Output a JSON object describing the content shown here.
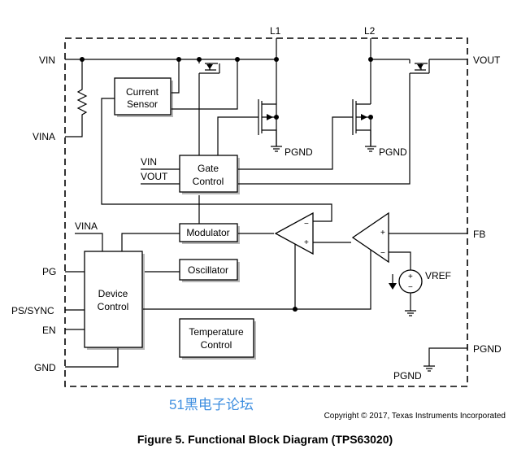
{
  "pins_left": {
    "vin": "VIN",
    "vina": "VINA",
    "pg": "PG",
    "ps_sync": "PS/SYNC",
    "en": "EN",
    "gnd": "GND"
  },
  "pins_right": {
    "vout": "VOUT",
    "fb": "FB",
    "pgnd": "PGND"
  },
  "pins_top": {
    "l1": "L1",
    "l2": "L2"
  },
  "blocks": {
    "current_sensor_line1": "Current",
    "current_sensor_line2": "Sensor",
    "gate_control_line1": "Gate",
    "gate_control_line2": "Control",
    "modulator": "Modulator",
    "oscillator": "Oscillator",
    "device_control_line1": "Device",
    "device_control_line2": "Control",
    "temperature_control_line1": "Temperature",
    "temperature_control_line2": "Control"
  },
  "internal_labels": {
    "gate_vin": "VIN",
    "gate_vout": "VOUT",
    "device_vina": "VINA",
    "pgnd_l1": "PGND",
    "pgnd_l2": "PGND",
    "pgnd_bottom": "PGND",
    "vref": "VREF",
    "minus": "−",
    "plus": "+"
  },
  "watermark": "51黑电子论坛",
  "copyright": "Copyright © 2017, Texas Instruments Incorporated",
  "caption": "Figure 5.  Functional Block Diagram (TPS63020)"
}
